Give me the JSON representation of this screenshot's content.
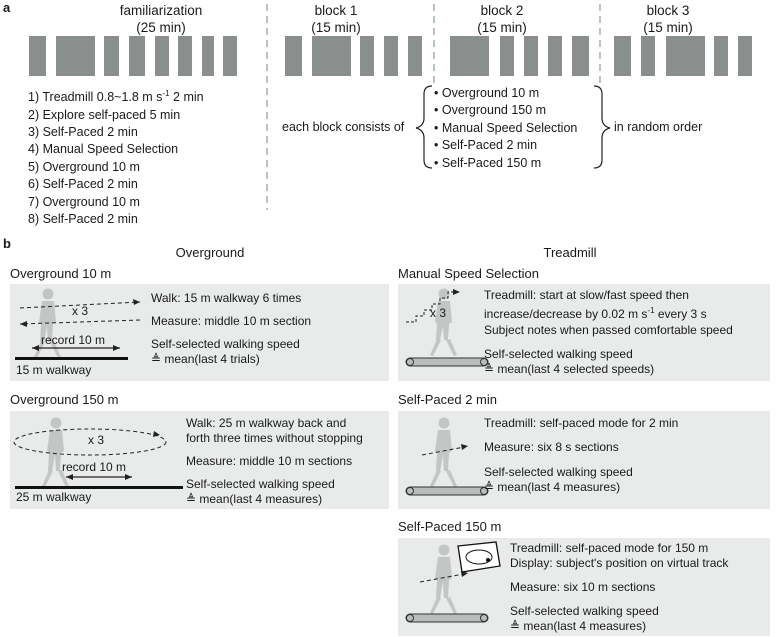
{
  "panel_a": {
    "label": "a",
    "headers": [
      {
        "title": "familiarization",
        "duration": "(25 min)"
      },
      {
        "title": "block 1",
        "duration": "(15 min)"
      },
      {
        "title": "block 2",
        "duration": "(15 min)"
      },
      {
        "title": "block 3",
        "duration": "(15 min)"
      }
    ],
    "steps": [
      {
        "prefix": "1) Treadmill 0.8~1.8 m s",
        "sup": "-1",
        "suffix": " 2 min"
      },
      {
        "prefix": "2) Explore self-paced 5 min",
        "sup": "",
        "suffix": ""
      },
      {
        "prefix": "3) Self-Paced 2 min",
        "sup": "",
        "suffix": ""
      },
      {
        "prefix": "4) Manual Speed Selection",
        "sup": "",
        "suffix": ""
      },
      {
        "prefix": "5) Overground 10 m",
        "sup": "",
        "suffix": ""
      },
      {
        "prefix": "6) Self-Paced 2 min",
        "sup": "",
        "suffix": ""
      },
      {
        "prefix": "7) Overground 10 m",
        "sup": "",
        "suffix": ""
      },
      {
        "prefix": "8) Self-Paced 2 min",
        "sup": "",
        "suffix": ""
      }
    ],
    "block_intro": "each block consists of",
    "block_items": [
      "• Overground 10 m",
      "• Overground 150 m",
      "• Manual Speed Selection",
      "• Self-Paced 2 min",
      "• Self-Paced 150 m"
    ],
    "block_outro": "in random order",
    "colors": {
      "bar": "#8a8e8d",
      "divider": "#8fa3a0"
    }
  },
  "panel_b": {
    "label": "b",
    "col_overground": "Overground",
    "col_treadmill": "Treadmill",
    "og10": {
      "title": "Overground 10 m",
      "walk": "Walk: 15 m walkway 6 times",
      "measure": "Measure: middle 10 m section",
      "result1": "Self-selected walking speed",
      "result2": "≜ mean(last 4 trials)",
      "repeat": "x 3",
      "record": "record 10 m",
      "walkway": "15 m walkway"
    },
    "og150": {
      "title": "Overground 150 m",
      "walk1": "Walk: 25 m walkway back and",
      "walk2": "forth three times without stopping",
      "measure": "Measure: middle 10 m sections",
      "result1": "Self-selected walking speed",
      "result2": "≜ mean(last 4 measures)",
      "repeat": "x 3",
      "record": "record 10 m",
      "walkway": "25 m walkway"
    },
    "manual": {
      "title": "Manual Speed Selection",
      "line1": "Treadmill: start at slow/fast speed then",
      "line2_prefix": "increase/decrease by 0.02 m s",
      "line2_sup": "-1",
      "line2_suffix": " every 3 s",
      "line3": "Subject notes when passed comfortable speed",
      "result1": "Self-selected walking speed",
      "result2": "≜ mean(last 4 selected speeds)",
      "repeat": "x 3"
    },
    "sp2": {
      "title": "Self-Paced 2 min",
      "line1": "Treadmill: self-paced mode for 2 min",
      "measure": "Measure: six 8 s sections",
      "result1": "Self-selected walking speed",
      "result2": "≜ mean(last 4 measures)"
    },
    "sp150": {
      "title": "Self-Paced 150 m",
      "line1": "Treadmill: self-paced mode for 150 m",
      "line2": "Display: subject's position on virtual track",
      "measure": "Measure: six 10 m sections",
      "result1": "Self-selected walking speed",
      "result2": "≜ mean(last 4 measures)"
    },
    "colors": {
      "panel": "#e8ebea",
      "figure": "#c4c6c5",
      "belt": "#b9bebc"
    }
  }
}
